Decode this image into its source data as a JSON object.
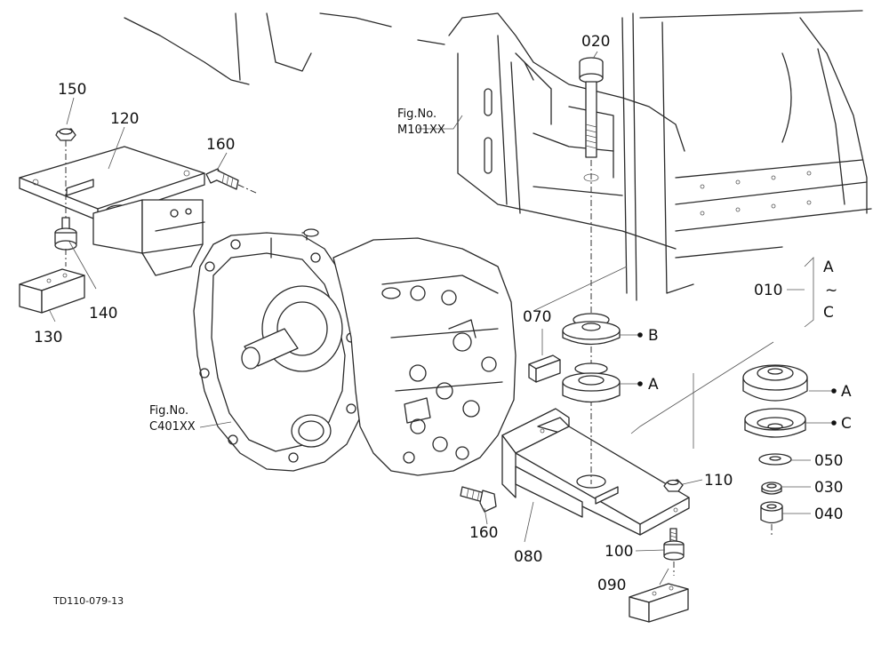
{
  "callouts": {
    "p010": "010",
    "p020": "020",
    "p030": "030",
    "p040": "040",
    "p050": "050",
    "p070": "070",
    "p080": "080",
    "p090": "090",
    "p100": "100",
    "p110": "110",
    "p120": "120",
    "p130": "130",
    "p140": "140",
    "p150": "150",
    "p160a": "160",
    "p160b": "160"
  },
  "letters": {
    "b_main": "B",
    "a_main": "A",
    "a_right": "A",
    "c_right": "C",
    "range_a": "A",
    "range_tilde": "~",
    "range_c": "C"
  },
  "figrefs": {
    "m101_prefix": "Fig.No.",
    "m101_code": "M101XX",
    "c401_prefix": "Fig.No.",
    "c401_code": "C401XX"
  },
  "drawing_code": "TD110-079-13"
}
